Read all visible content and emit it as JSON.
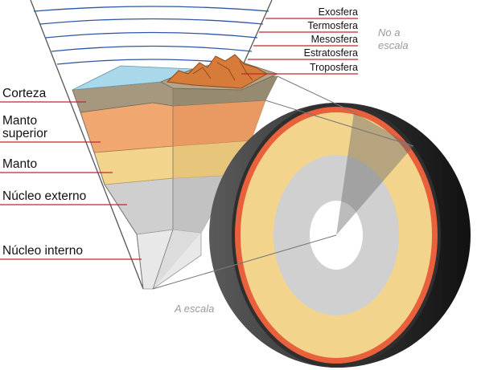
{
  "atmosphere_labels": {
    "exosphere": "Exosfera",
    "thermosphere": "Termosfera",
    "mesosphere": "Mesosfera",
    "stratosphere": "Estratosfera",
    "troposphere": "Troposfera"
  },
  "layer_labels": {
    "crust": "Corteza",
    "upper_mantle_line1": "Manto",
    "upper_mantle_line2": "superior",
    "mantle": "Manto",
    "outer_core": "Núcleo externo",
    "inner_core": "Núcleo interno"
  },
  "scale_notes": {
    "not_to_scale_line1": "No a",
    "not_to_scale_line2": "escala",
    "to_scale": "A escala"
  },
  "colors": {
    "leader_line": "#c0282d",
    "atmosphere_line": "#2f56a8",
    "ocean": "#a9d8ea",
    "crust": "#a6987e",
    "upper_mantle": "#f0a870",
    "mantle": "#f2d48c",
    "outer_core": "#c9c9c9",
    "inner_core": "#e6e6e6",
    "sphere_crust": "#e8603c",
    "sphere_shell": "#3a3a3a",
    "mountain": "#d77b3a"
  }
}
